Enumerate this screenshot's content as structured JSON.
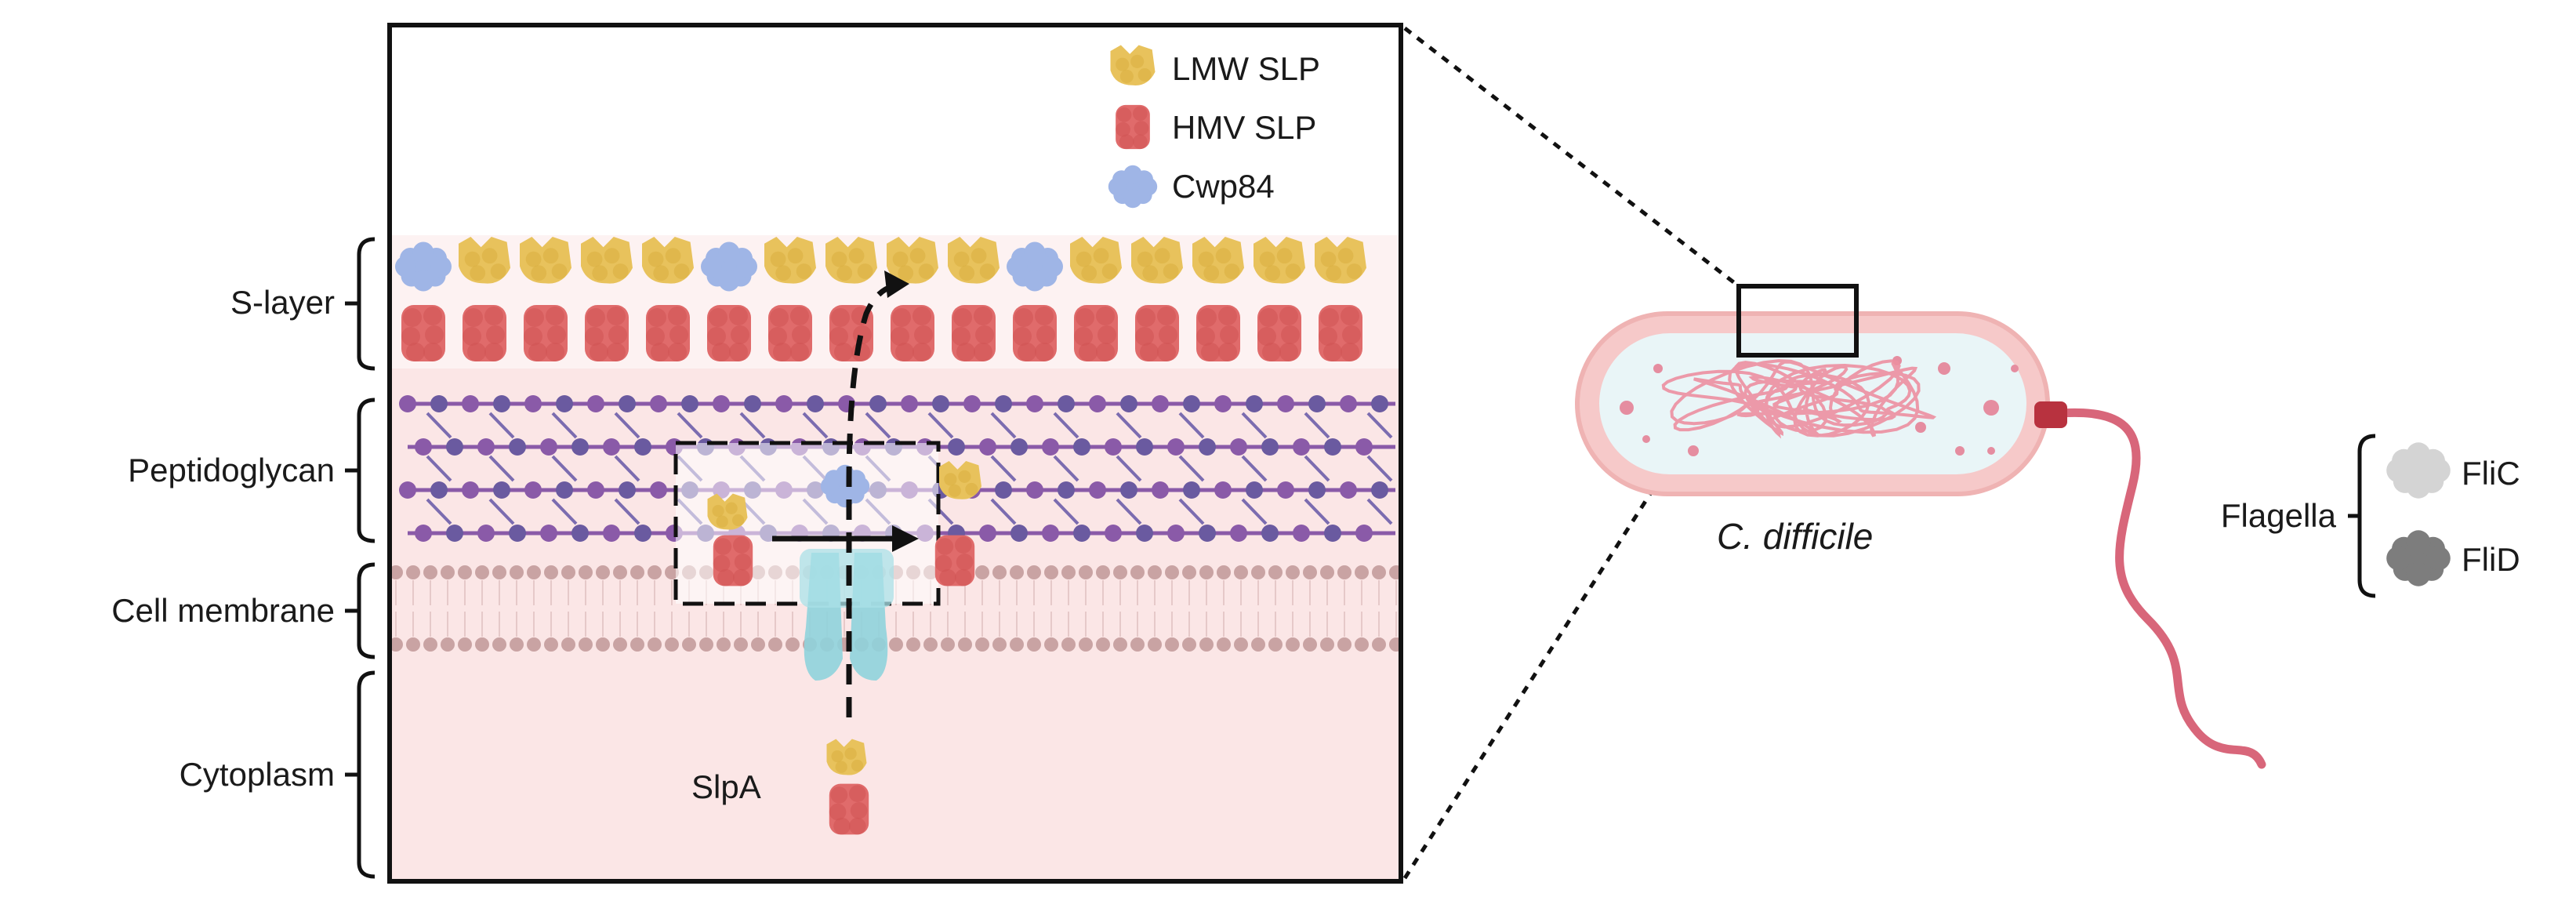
{
  "layer_labels": {
    "s_layer": "S-layer",
    "peptidoglycan": "Peptidoglycan",
    "cell_membrane": "Cell membrane",
    "cytoplasm": "Cytoplasm"
  },
  "legend": {
    "lmw": "LMW SLP",
    "hmv": "HMV SLP",
    "cwp84": "Cwp84"
  },
  "slpa_label": "SlpA",
  "organism_label": "C. difficile",
  "flagella": {
    "label": "Flagella",
    "flic": "FliC",
    "flid": "FliD"
  },
  "colors": {
    "lmw": "#e8c25c",
    "hmv": "#e06b6b",
    "cwp84": "#9fb5e6",
    "peptidoglycan_a": "#8a5aa8",
    "peptidoglycan_b": "#6a5aa0",
    "membrane": "#c9a3a3",
    "cytoplasm": "#fbe6e6",
    "transporter": "#8fd3dc",
    "flic": "#d4d4d4",
    "flid": "#7d7d7d",
    "flagellum": "#d8667a"
  }
}
